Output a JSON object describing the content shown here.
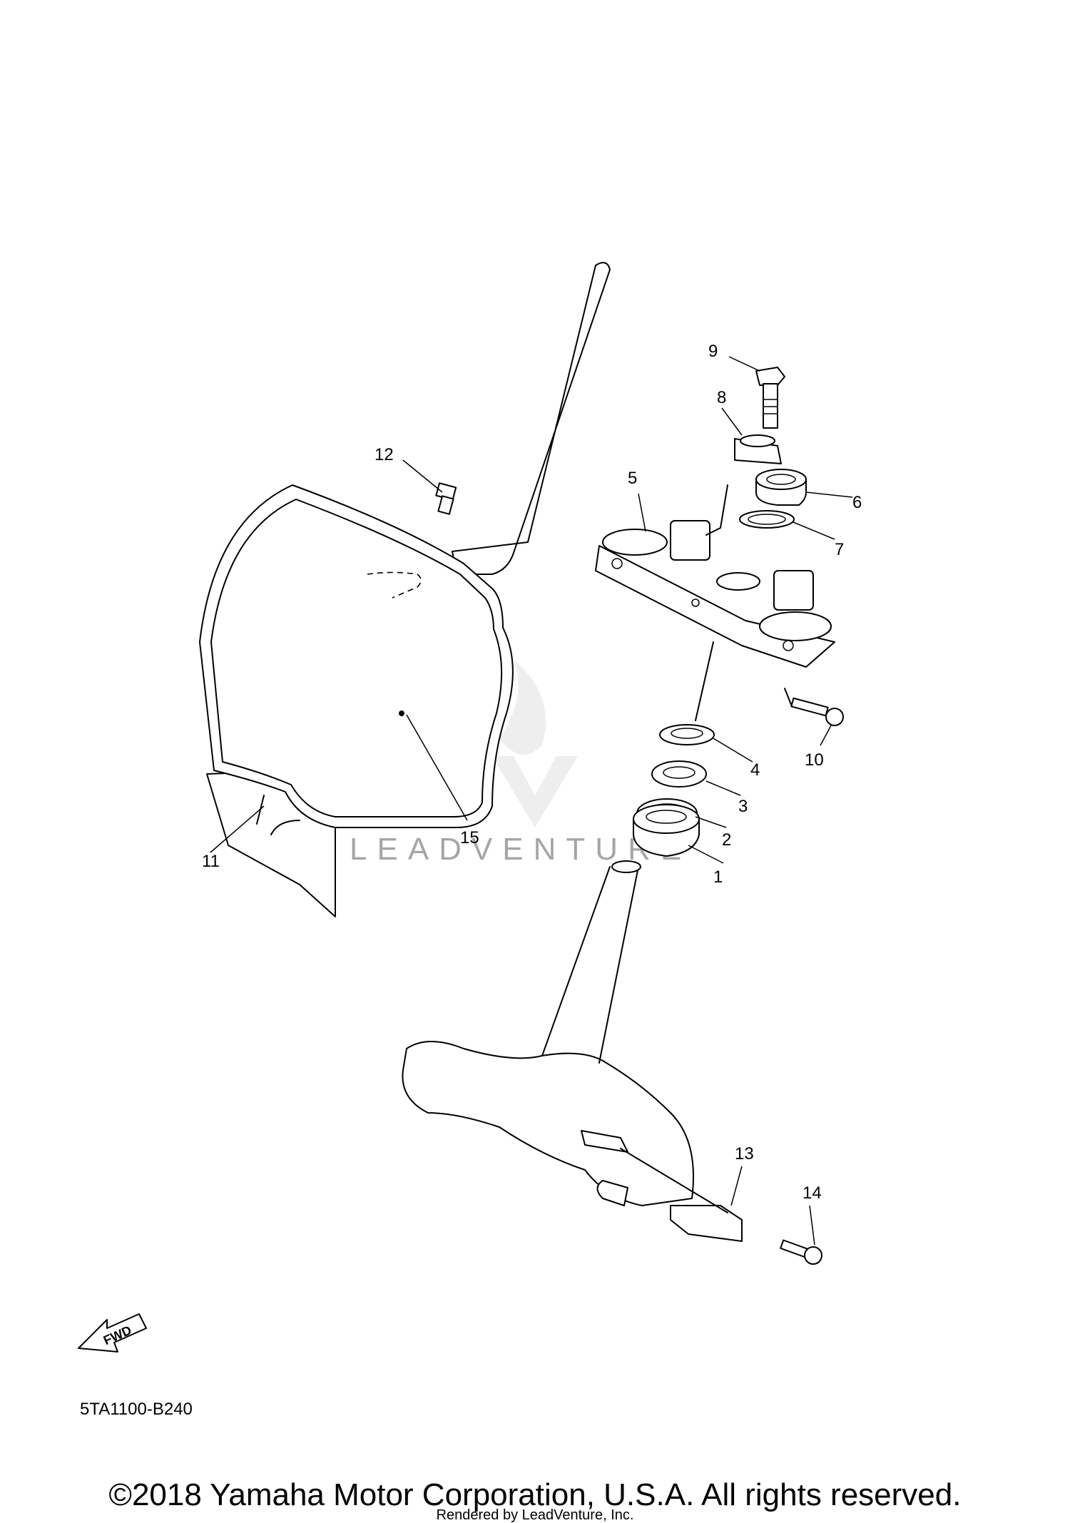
{
  "diagram_code": "5TA1100-B240",
  "copyright": "©2018 Yamaha Motor Corporation, U.S.A. All rights reserved.",
  "rendered_by": "Rendered by LeadVenture, Inc.",
  "watermark": "LEADVENTURE",
  "fwd_label": "FWD",
  "callouts": [
    "1",
    "2",
    "3",
    "4",
    "5",
    "6",
    "7",
    "8",
    "9",
    "10",
    "11",
    "12",
    "13",
    "14",
    "15"
  ]
}
